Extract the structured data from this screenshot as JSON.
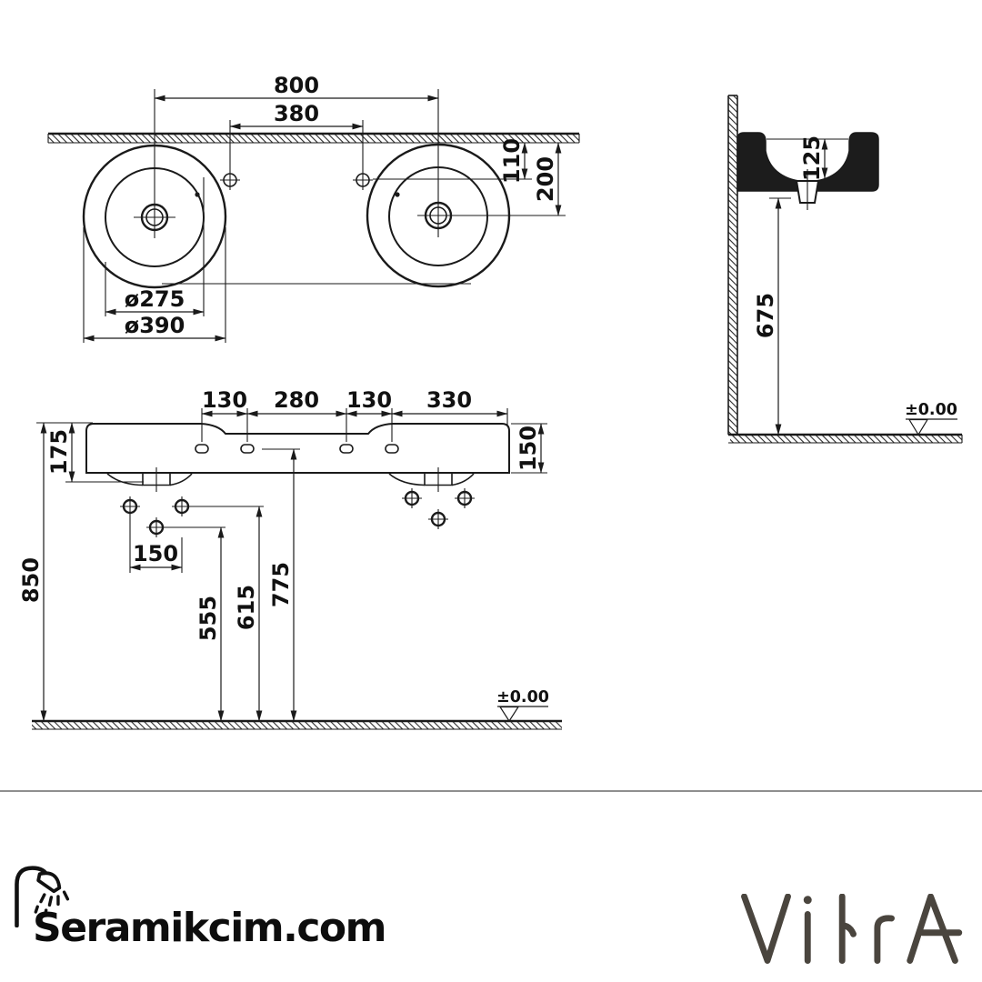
{
  "plan_view": {
    "dim_basin_centers": "800",
    "dim_tap_holes": "380",
    "dim_tap_offset": "110",
    "dim_drain_offset": "200",
    "dim_inner_diameter": "ø275",
    "dim_outer_diameter": "ø390"
  },
  "front_view": {
    "dim_tap_span_left": "130",
    "dim_tap_span_mid": "280",
    "dim_tap_span_right": "130",
    "dim_right_section": "330",
    "dim_height_left": "175",
    "dim_height_right": "150",
    "dim_fixing_holes": "150",
    "dim_total_height": "850",
    "dim_lower_hole_height": "555",
    "dim_upper_hole_height": "615",
    "dim_tap_hole_height": "775",
    "floor_level": "±0.00"
  },
  "side_view": {
    "dim_bowl_depth": "125",
    "dim_underside_height": "675",
    "floor_level": "±0.00"
  },
  "footer": {
    "site_name": "Seramikcim.com",
    "brand_name": "VitrA",
    "brand_color": "#4a453e",
    "drawing_color": "#1a1a1a",
    "divider_color": "#8f8f8f"
  }
}
